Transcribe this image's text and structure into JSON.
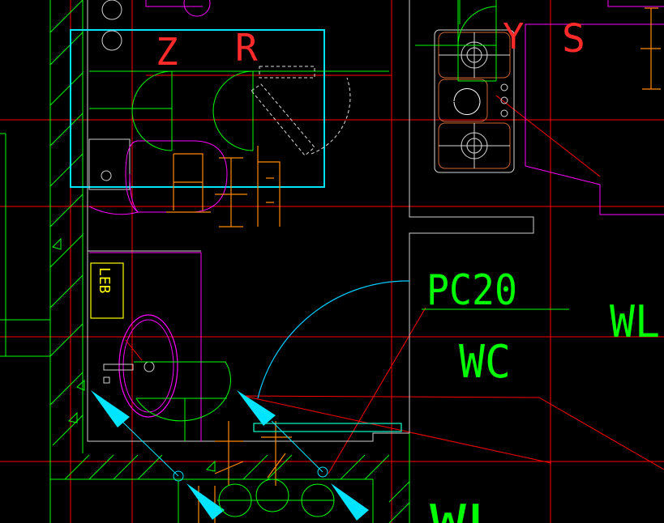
{
  "drawing": {
    "labels": {
      "z": "Z",
      "r": "R",
      "y": "Y",
      "s": "S",
      "leb": "LEB",
      "pc20": "PC20",
      "wc": "WC",
      "wl_right": "WL",
      "wl_bottom": "WL"
    },
    "colors": {
      "background": "#000000",
      "wall_green": "#00ff00",
      "grid_red": "#ff0000",
      "fixture_magenta": "#ff00ff",
      "selection_cyan": "#00e5ff",
      "text_orange": "#ff8800",
      "text_yellow": "#ffff00",
      "door_cyan": "#00ccff",
      "appliance_white": "#d8d8d8",
      "appliance_brown": "#cc6633"
    },
    "icons": [
      "toilet-icon",
      "wash-basin-icon",
      "gas-stove-icon",
      "door-swing-icon",
      "leb-box-icon",
      "view-arrow-icon"
    ]
  }
}
